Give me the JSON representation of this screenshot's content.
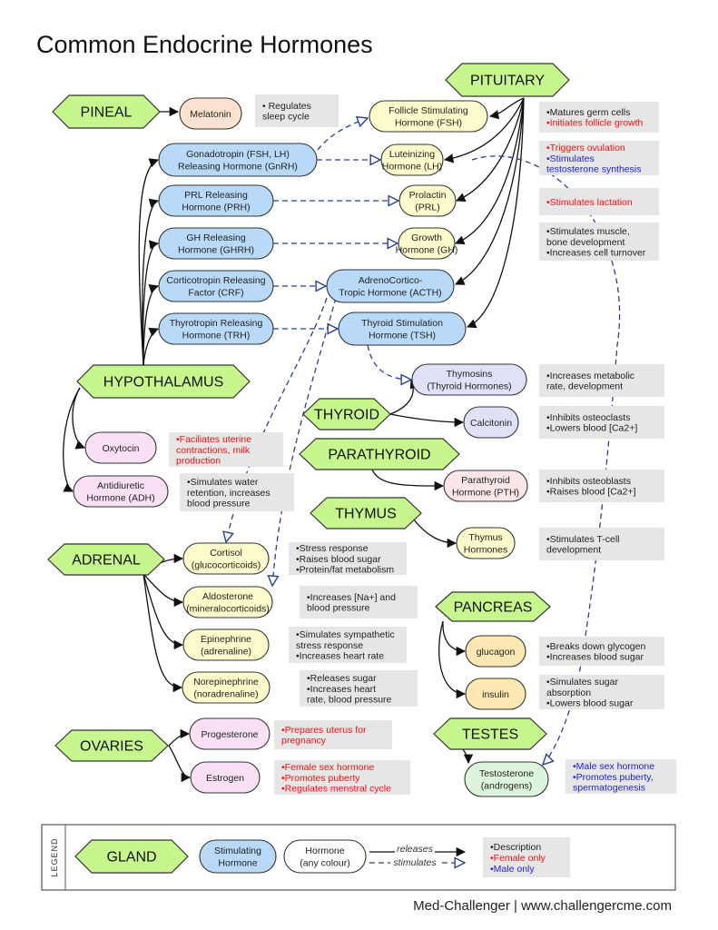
{
  "title": "Common Endocrine Hormones",
  "footer": "Med-Challenger | www.challengercme.com",
  "colors": {
    "gland": "#c6f68d",
    "stimulating": "#b8d9f7",
    "cream": "#fdfbcc",
    "peach": "#fde3cf",
    "pink": "#fae0f5",
    "lavender": "#e0e0f7",
    "orange": "#fde8b3",
    "mint": "#ddf5dd",
    "rose": "#fce6ea",
    "desc_bg": "#e6e6e6",
    "female": "#ee1111",
    "male": "#2222cc"
  },
  "glands": {
    "pituitary": "PITUITARY",
    "pineal": "PINEAL",
    "hypothalamus": "HYPOTHALAMUS",
    "thyroid": "THYROID",
    "parathyroid": "PARATHYROID",
    "thymus": "THYMUS",
    "adrenal": "ADRENAL",
    "pancreas": "PANCREAS",
    "ovaries": "OVARIES",
    "testes": "TESTES"
  },
  "stimulating": {
    "gnrh": [
      "Gonadotropin (FSH, LH)",
      "Releasing Hormone (GnRH)"
    ],
    "prh": [
      "PRL Releasing",
      "Hormone (PRH)"
    ],
    "ghrh": [
      "GH Releasing",
      "Hormone (GHRH)"
    ],
    "crf": [
      "Corticotropin Releasing",
      "Factor (CRF)"
    ],
    "trh": [
      "Thyrotropin Releasing",
      "Hormone (TRH)"
    ],
    "acth": [
      "AdrenoCortico-",
      "Tropic Hormone (ACTH)"
    ],
    "tsh": [
      "Thyroid Stimulation",
      "Hormone (TSH)"
    ]
  },
  "hormones": {
    "melatonin": [
      "Melatonin"
    ],
    "fsh": [
      "Follicle Stimulating",
      "Hormone (FSH)"
    ],
    "lh": [
      "Luteinizing",
      "Hormone (LH)"
    ],
    "prl": [
      "Prolactin",
      "(PRL)"
    ],
    "gh": [
      "Growth",
      "Hormone (GH)"
    ],
    "thymosins": [
      "Thymosins",
      "(Thyroid Hormones)"
    ],
    "calcitonin": [
      "Calcitonin"
    ],
    "pth": [
      "Parathyroid",
      "Hormone (PTH)"
    ],
    "thymus_h": [
      "Thymus",
      "Hormones"
    ],
    "oxytocin": [
      "Oxytocin"
    ],
    "adh": [
      "Antidiuretic",
      "Hormone (ADH)"
    ],
    "cortisol": [
      "Cortisol",
      "(glucocorticoids)"
    ],
    "aldosterone": [
      "Aldosterone",
      "(mineralocorticoids)"
    ],
    "epinephrine": [
      "Epinephrine",
      "(adrenaline)"
    ],
    "norepinephrine": [
      "Norepinephrine",
      "(noradrenaline)"
    ],
    "glucagon": [
      "glucagon"
    ],
    "insulin": [
      "insulin"
    ],
    "progesterone": [
      "Progesterone"
    ],
    "estrogen": [
      "Estrogen"
    ],
    "testosterone": [
      "Testosterone",
      "(androgens)"
    ]
  },
  "descriptions": {
    "melatonin": [
      {
        "text": "• Regulates",
        "kind": "neutral"
      },
      {
        "text": "sleep cycle",
        "kind": "neutral"
      }
    ],
    "fsh": [
      {
        "text": "•Matures germ cells",
        "kind": "neutral"
      },
      {
        "text": "•Initiates follicle growth",
        "kind": "female"
      }
    ],
    "lh": [
      {
        "text": "•Triggers ovulation",
        "kind": "female"
      },
      {
        "text": "•Stimulates",
        "kind": "male"
      },
      {
        "text": "testosterone synthesis",
        "kind": "male"
      }
    ],
    "prl": [
      {
        "text": "•Stimulates lactation",
        "kind": "female"
      }
    ],
    "gh": [
      {
        "text": "•Stimulates muscle,",
        "kind": "neutral"
      },
      {
        "text": "bone development",
        "kind": "neutral"
      },
      {
        "text": "•Increases cell turnover",
        "kind": "neutral"
      }
    ],
    "thymosins": [
      {
        "text": "•Increases metabolic",
        "kind": "neutral"
      },
      {
        "text": "rate, development",
        "kind": "neutral"
      }
    ],
    "calcitonin": [
      {
        "text": "•Inhibits osteoclasts",
        "kind": "neutral"
      },
      {
        "text": "•Lowers blood [Ca2+]",
        "kind": "neutral"
      }
    ],
    "pth": [
      {
        "text": "•Inhibits osteoblasts",
        "kind": "neutral"
      },
      {
        "text": "•Raises blood [Ca2+]",
        "kind": "neutral"
      }
    ],
    "thymus_h": [
      {
        "text": "•Stimulates T-cell",
        "kind": "neutral"
      },
      {
        "text": "development",
        "kind": "neutral"
      }
    ],
    "oxytocin": [
      {
        "text": "•Faciliates uterine",
        "kind": "female"
      },
      {
        "text": "contractions, milk",
        "kind": "female"
      },
      {
        "text": "production",
        "kind": "female"
      }
    ],
    "adh": [
      {
        "text": "•Simulates water",
        "kind": "neutral"
      },
      {
        "text": "retention, increases",
        "kind": "neutral"
      },
      {
        "text": "blood pressure",
        "kind": "neutral"
      }
    ],
    "cortisol": [
      {
        "text": "•Stress response",
        "kind": "neutral"
      },
      {
        "text": "•Raises blood sugar",
        "kind": "neutral"
      },
      {
        "text": "•Protein/fat metabolism",
        "kind": "neutral"
      }
    ],
    "aldosterone": [
      {
        "text": "•Increases [Na+] and",
        "kind": "neutral"
      },
      {
        "text": "blood pressure",
        "kind": "neutral"
      }
    ],
    "epinephrine": [
      {
        "text": "•Simulates sympathetic",
        "kind": "neutral"
      },
      {
        "text": "stress response",
        "kind": "neutral"
      },
      {
        "text": "•Increases heart rate",
        "kind": "neutral"
      }
    ],
    "norepinephrine": [
      {
        "text": "•Releases sugar",
        "kind": "neutral"
      },
      {
        "text": "•Increases heart",
        "kind": "neutral"
      },
      {
        "text": "rate, blood pressure",
        "kind": "neutral"
      }
    ],
    "glucagon": [
      {
        "text": "•Breaks down glycogen",
        "kind": "neutral"
      },
      {
        "text": "•Increases blood sugar",
        "kind": "neutral"
      }
    ],
    "insulin": [
      {
        "text": "•Simulates sugar",
        "kind": "neutral"
      },
      {
        "text": "absorption",
        "kind": "neutral"
      },
      {
        "text": "•Lowers blood sugar",
        "kind": "neutral"
      }
    ],
    "progesterone": [
      {
        "text": "•Prepares uterus for",
        "kind": "female"
      },
      {
        "text": "pregnancy",
        "kind": "female"
      }
    ],
    "estrogen": [
      {
        "text": "•Female sex hormone",
        "kind": "female"
      },
      {
        "text": "•Promotes puberty",
        "kind": "female"
      },
      {
        "text": "•Regulates menstral cycle",
        "kind": "female"
      }
    ],
    "testosterone": [
      {
        "text": "•Male sex hormone",
        "kind": "male"
      },
      {
        "text": "•Promotes puberty,",
        "kind": "male"
      },
      {
        "text": "spermatogenesis",
        "kind": "male"
      }
    ]
  },
  "legend": {
    "side_label": "LEGEND",
    "gland": "GLAND",
    "stimulating": [
      "Stimulating",
      "Hormone"
    ],
    "hormone": [
      "Hormone",
      "(any colour)"
    ],
    "releases": "releases",
    "stimulates": "stimulates",
    "desc": [
      {
        "text": "•Description",
        "kind": "neutral"
      },
      {
        "text": "•Female only",
        "kind": "female"
      },
      {
        "text": "•Male only",
        "kind": "male"
      }
    ]
  }
}
